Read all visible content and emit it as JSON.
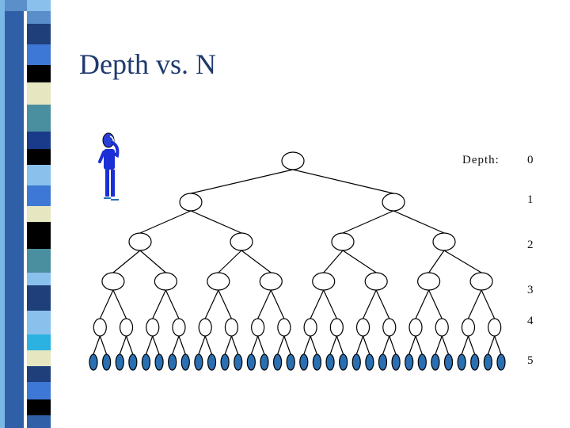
{
  "slide": {
    "title": "Depth vs. N",
    "depth_heading": "Depth:",
    "depth_values": [
      "0",
      "1",
      "2",
      "3",
      "4",
      "5"
    ]
  },
  "tree": {
    "branching": 2,
    "levels": 6,
    "node_fill": "#ffffff",
    "leaf_fill": "#2a6fb2",
    "stroke_color": "#000000"
  },
  "figure": {
    "icon": "thinking-person-icon",
    "color": "#1a2fd6"
  },
  "colors": {
    "title": "#1f3a6e",
    "sidebar": [
      "#5b8fc9",
      "#1e3f7a",
      "#7fb0e8",
      "#000000",
      "#e6e6c0",
      "#4a8fa0",
      "#1a3a8a"
    ]
  }
}
